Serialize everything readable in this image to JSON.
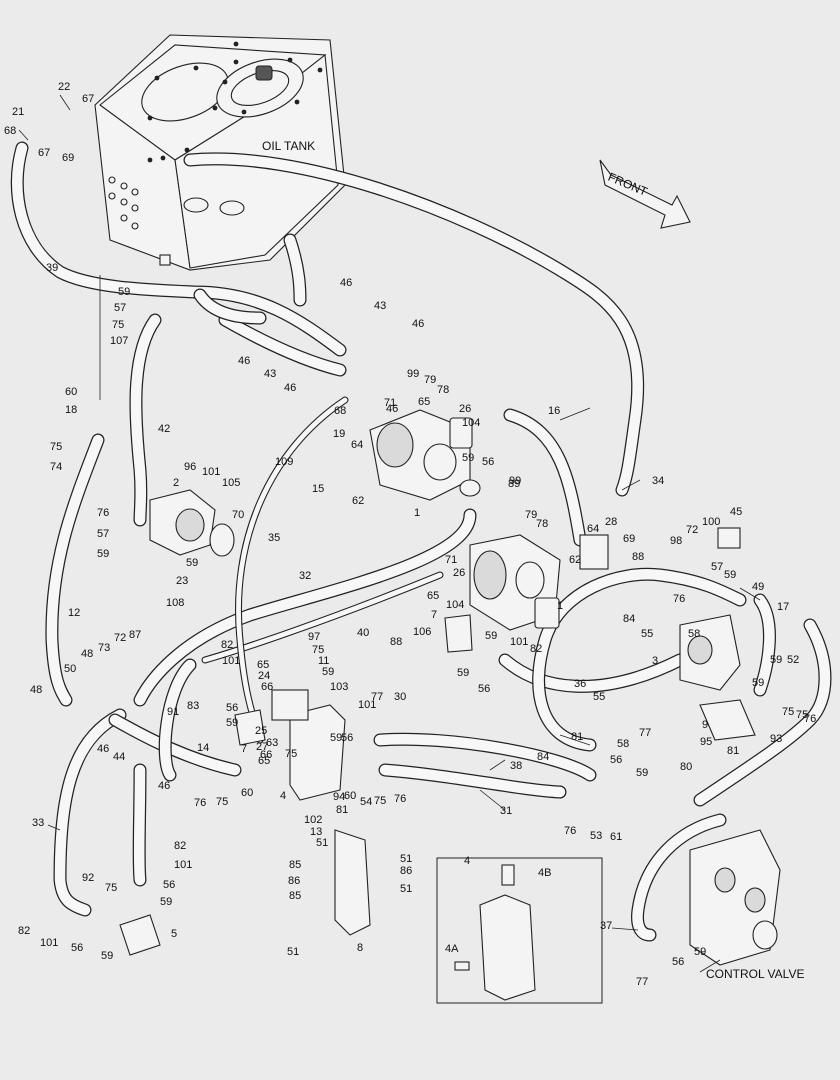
{
  "titles": {
    "oil_tank": "OIL TANK",
    "front": "FRONT",
    "control_valve": "CONTROL VALVE",
    "inset_number": "4"
  },
  "callouts": [
    {
      "text": "22"
    },
    {
      "text": "67"
    },
    {
      "text": "21"
    },
    {
      "text": "68"
    },
    {
      "text": "67"
    },
    {
      "text": "69"
    },
    {
      "text": "39"
    },
    {
      "text": "59"
    },
    {
      "text": "57"
    },
    {
      "text": "75"
    },
    {
      "text": "107"
    },
    {
      "text": "60"
    },
    {
      "text": "18"
    },
    {
      "text": "75"
    },
    {
      "text": "74"
    },
    {
      "text": "42"
    },
    {
      "text": "46"
    },
    {
      "text": "43"
    },
    {
      "text": "46"
    },
    {
      "text": "43"
    },
    {
      "text": "46"
    },
    {
      "text": "46"
    },
    {
      "text": "46"
    },
    {
      "text": "99"
    },
    {
      "text": "79"
    },
    {
      "text": "78"
    },
    {
      "text": "65"
    },
    {
      "text": "26"
    },
    {
      "text": "104"
    },
    {
      "text": "16"
    },
    {
      "text": "71"
    },
    {
      "text": "68"
    },
    {
      "text": "19"
    },
    {
      "text": "64"
    },
    {
      "text": "109"
    },
    {
      "text": "15"
    },
    {
      "text": "62"
    },
    {
      "text": "1"
    },
    {
      "text": "59"
    },
    {
      "text": "56"
    },
    {
      "text": "89"
    },
    {
      "text": "34"
    },
    {
      "text": "96"
    },
    {
      "text": "101"
    },
    {
      "text": "105"
    },
    {
      "text": "2"
    },
    {
      "text": "76"
    },
    {
      "text": "70"
    },
    {
      "text": "57"
    },
    {
      "text": "59"
    },
    {
      "text": "23"
    },
    {
      "text": "59"
    },
    {
      "text": "108"
    },
    {
      "text": "35"
    },
    {
      "text": "99"
    },
    {
      "text": "79"
    },
    {
      "text": "78"
    },
    {
      "text": "64"
    },
    {
      "text": "28"
    },
    {
      "text": "69"
    },
    {
      "text": "62"
    },
    {
      "text": "88"
    },
    {
      "text": "72"
    },
    {
      "text": "100"
    },
    {
      "text": "45"
    },
    {
      "text": "98"
    },
    {
      "text": "71"
    },
    {
      "text": "26"
    },
    {
      "text": "65"
    },
    {
      "text": "104"
    },
    {
      "text": "1"
    },
    {
      "text": "32"
    },
    {
      "text": "40"
    },
    {
      "text": "7"
    },
    {
      "text": "106"
    },
    {
      "text": "59"
    },
    {
      "text": "101"
    },
    {
      "text": "82"
    },
    {
      "text": "88"
    },
    {
      "text": "59"
    },
    {
      "text": "56"
    },
    {
      "text": "57"
    },
    {
      "text": "59"
    },
    {
      "text": "49"
    },
    {
      "text": "17"
    },
    {
      "text": "84"
    },
    {
      "text": "76"
    },
    {
      "text": "55"
    },
    {
      "text": "58"
    },
    {
      "text": "12"
    },
    {
      "text": "73"
    },
    {
      "text": "72"
    },
    {
      "text": "87"
    },
    {
      "text": "48"
    },
    {
      "text": "50"
    },
    {
      "text": "48"
    },
    {
      "text": "97"
    },
    {
      "text": "75"
    },
    {
      "text": "11"
    },
    {
      "text": "82"
    },
    {
      "text": "101"
    },
    {
      "text": "65"
    },
    {
      "text": "24"
    },
    {
      "text": "66"
    },
    {
      "text": "59"
    },
    {
      "text": "103"
    },
    {
      "text": "36"
    },
    {
      "text": "3"
    },
    {
      "text": "59"
    },
    {
      "text": "52"
    },
    {
      "text": "9"
    },
    {
      "text": "59"
    },
    {
      "text": "75"
    },
    {
      "text": "75"
    },
    {
      "text": "76"
    },
    {
      "text": "93"
    },
    {
      "text": "91"
    },
    {
      "text": "83"
    },
    {
      "text": "56"
    },
    {
      "text": "59"
    },
    {
      "text": "14"
    },
    {
      "text": "7"
    },
    {
      "text": "46"
    },
    {
      "text": "44"
    },
    {
      "text": "25"
    },
    {
      "text": "63"
    },
    {
      "text": "27"
    },
    {
      "text": "75"
    },
    {
      "text": "59"
    },
    {
      "text": "56"
    },
    {
      "text": "101"
    },
    {
      "text": "77"
    },
    {
      "text": "30"
    },
    {
      "text": "38"
    },
    {
      "text": "84"
    },
    {
      "text": "55"
    },
    {
      "text": "58"
    },
    {
      "text": "77"
    },
    {
      "text": "81"
    },
    {
      "text": "95"
    },
    {
      "text": "81"
    },
    {
      "text": "80"
    },
    {
      "text": "46"
    },
    {
      "text": "65"
    },
    {
      "text": "66"
    },
    {
      "text": "76"
    },
    {
      "text": "75"
    },
    {
      "text": "60"
    },
    {
      "text": "4"
    },
    {
      "text": "60"
    },
    {
      "text": "54"
    },
    {
      "text": "75"
    },
    {
      "text": "76"
    },
    {
      "text": "31"
    },
    {
      "text": "56"
    },
    {
      "text": "59"
    },
    {
      "text": "76"
    },
    {
      "text": "53"
    },
    {
      "text": "61"
    },
    {
      "text": "33"
    },
    {
      "text": "94"
    },
    {
      "text": "81"
    },
    {
      "text": "102"
    },
    {
      "text": "13"
    },
    {
      "text": "51"
    },
    {
      "text": "82"
    },
    {
      "text": "101"
    },
    {
      "text": "85"
    },
    {
      "text": "51"
    },
    {
      "text": "86"
    },
    {
      "text": "86"
    },
    {
      "text": "85"
    },
    {
      "text": "51"
    },
    {
      "text": "92"
    },
    {
      "text": "75"
    },
    {
      "text": "56"
    },
    {
      "text": "59"
    },
    {
      "text": "82"
    },
    {
      "text": "101"
    },
    {
      "text": "56"
    },
    {
      "text": "59"
    },
    {
      "text": "5"
    },
    {
      "text": "8"
    },
    {
      "text": "51"
    },
    {
      "text": "4B"
    },
    {
      "text": "4A"
    },
    {
      "text": "37"
    },
    {
      "text": "56"
    },
    {
      "text": "59"
    },
    {
      "text": "77"
    }
  ]
}
